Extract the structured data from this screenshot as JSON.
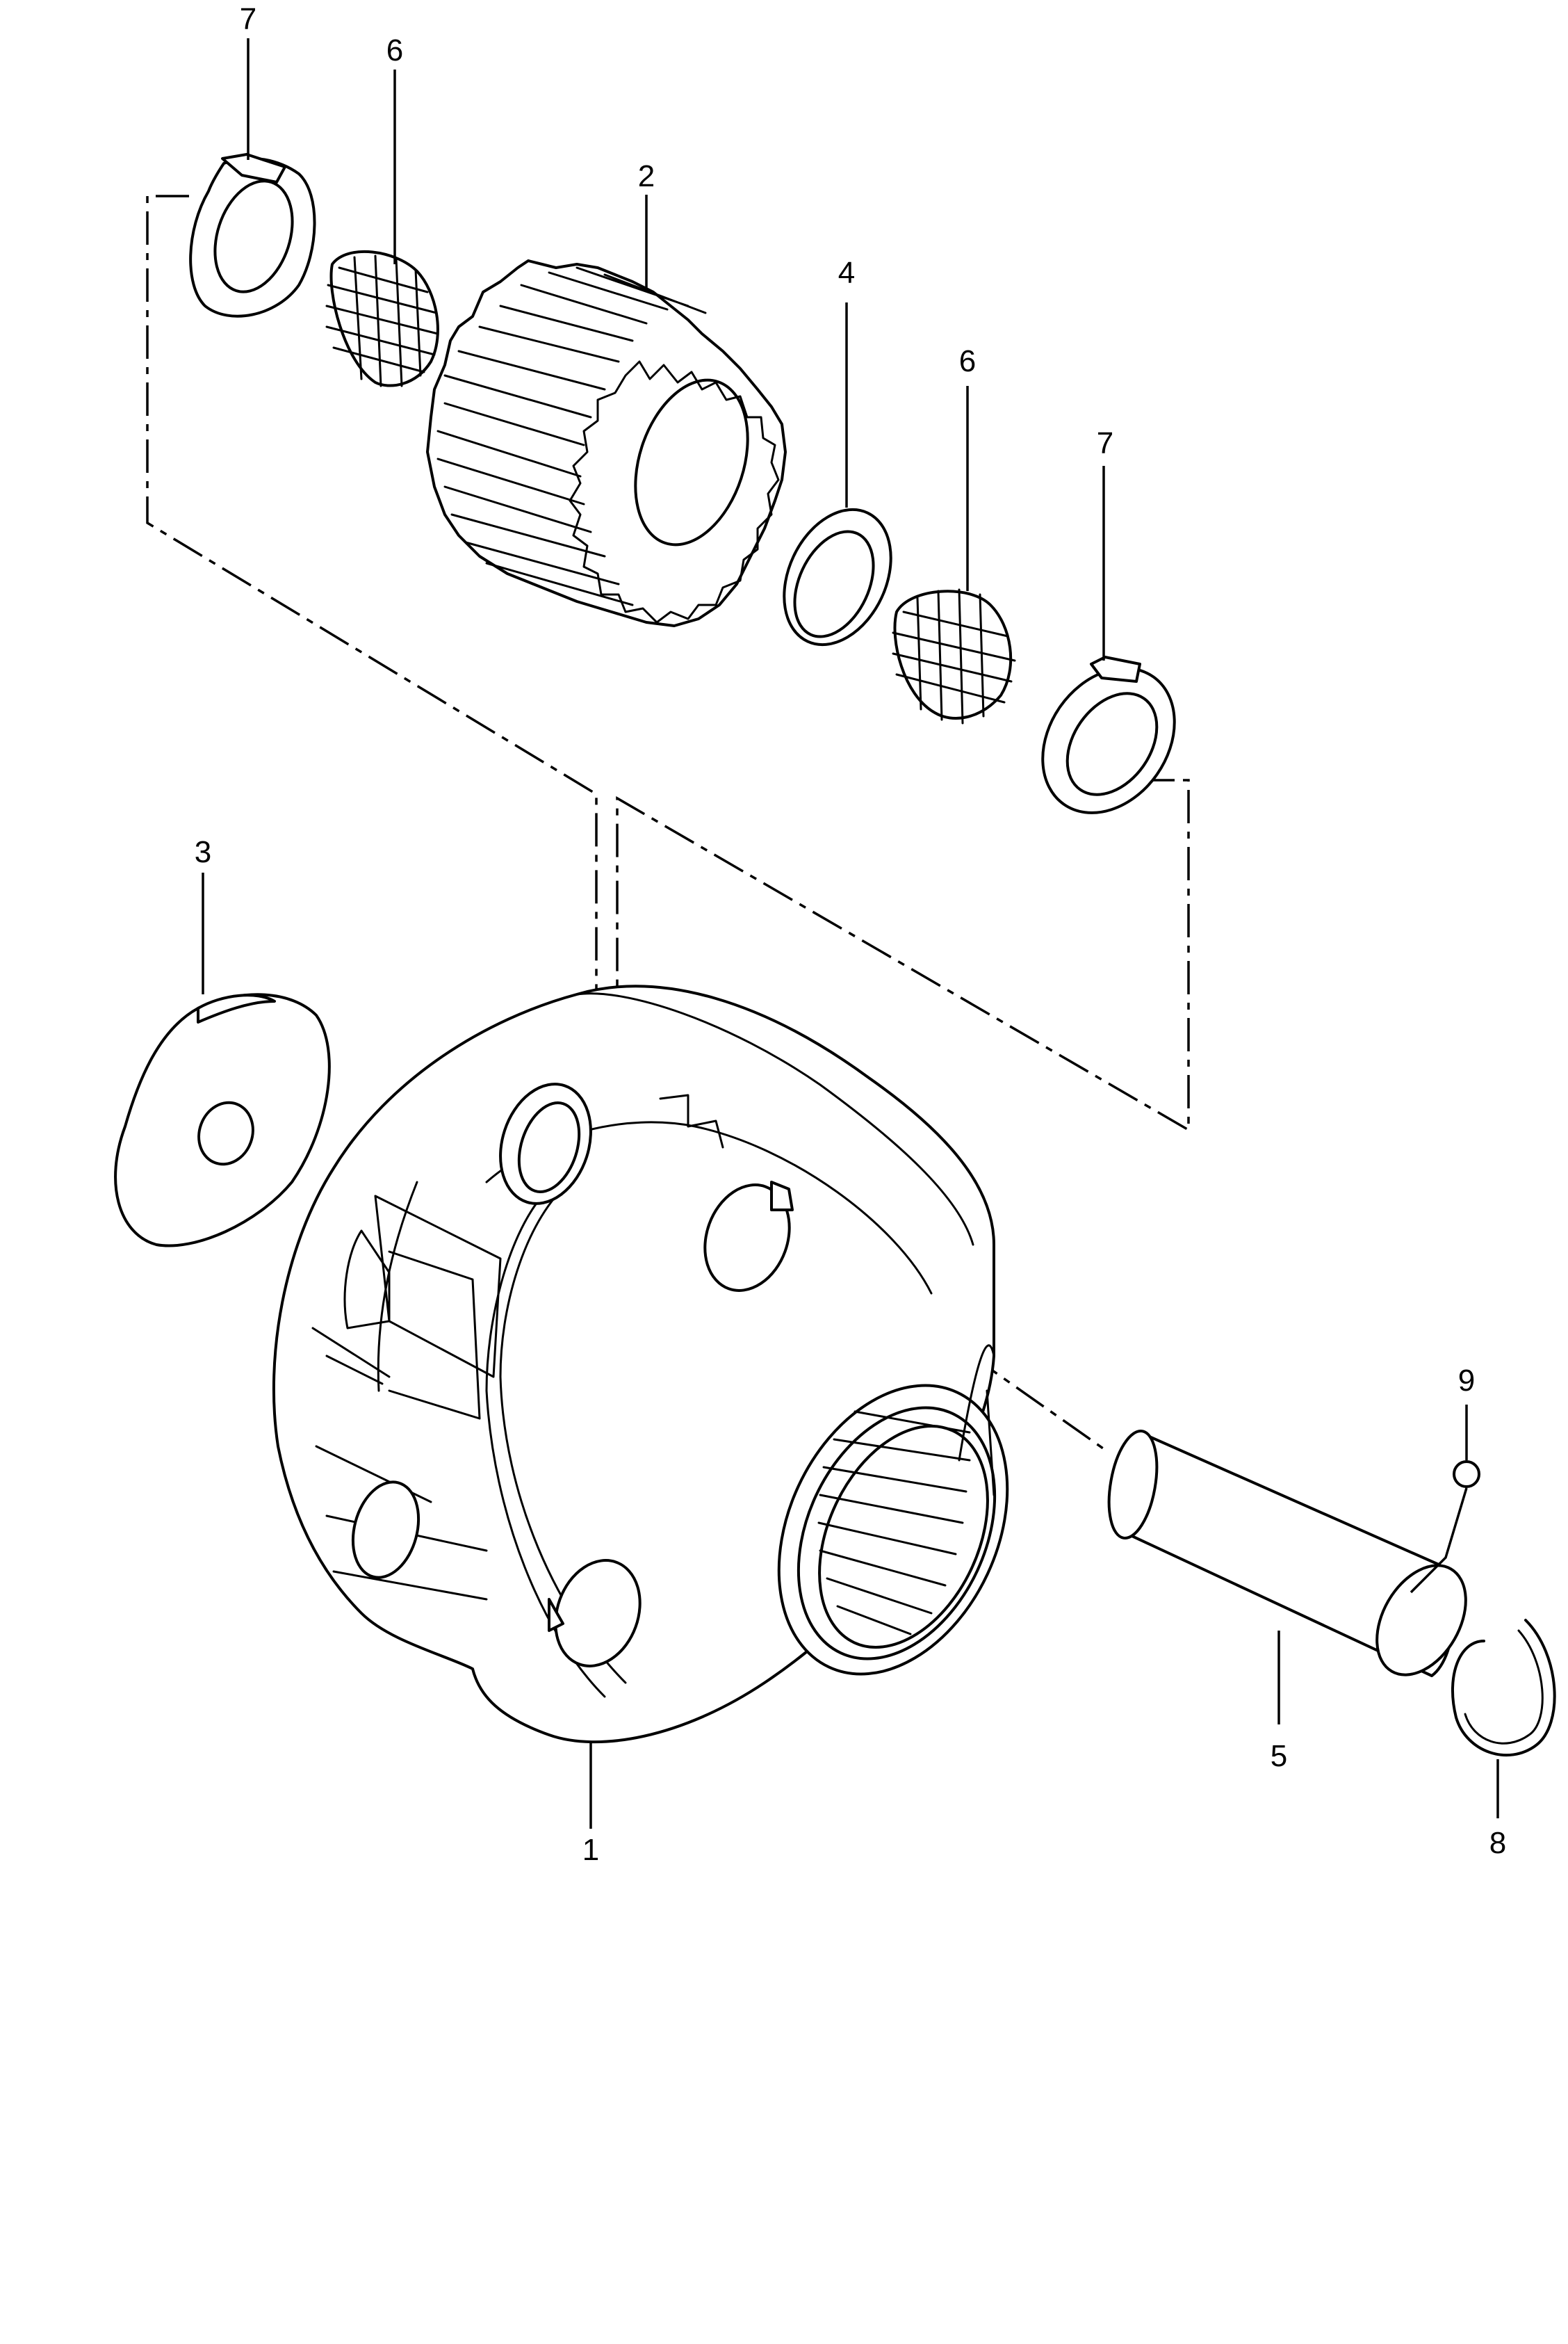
{
  "callouts": {
    "c1": "1",
    "c2": "2",
    "c3": "3",
    "c4": "4",
    "c5": "5",
    "c6a": "6",
    "c6b": "6",
    "c7a": "7",
    "c7b": "7",
    "c8": "8",
    "c9": "9"
  }
}
